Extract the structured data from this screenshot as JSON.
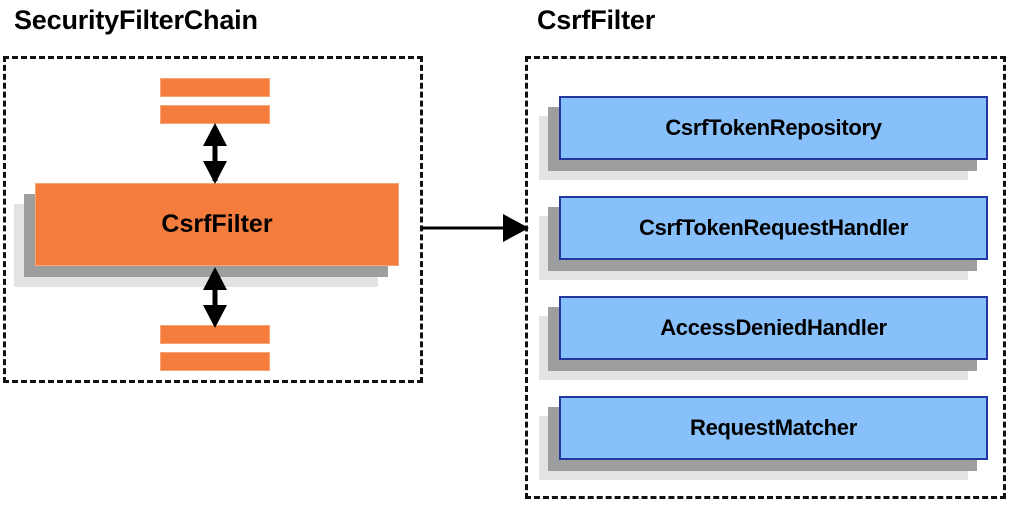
{
  "diagram": {
    "type": "component-relationship",
    "background": "#ffffff",
    "palette": {
      "orange_fill": "#f47c3c",
      "orange_border": "#f7a477",
      "blue_fill": "#87c0fa",
      "blue_border": "#23389c",
      "shadow_near": "#9e9e9e",
      "shadow_far": "#e3e3e3",
      "dashed_border": "#111111",
      "text": "#000000"
    },
    "panels": [
      {
        "key": "security_filter_chain",
        "title": "SecurityFilterChain",
        "style": "dashed"
      },
      {
        "key": "csrf_filter",
        "title": "CsrfFilter",
        "style": "dashed"
      }
    ],
    "left_panel": {
      "title": "SecurityFilterChain",
      "top_stubs": [
        {
          "name": "filter-stub-top-1",
          "label": ""
        },
        {
          "name": "filter-stub-top-2",
          "label": ""
        }
      ],
      "main_box": {
        "label": "CsrfFilter",
        "fill": "#f47c3c",
        "shadowed": true
      },
      "bottom_stubs": [
        {
          "name": "filter-stub-bottom-1",
          "label": ""
        },
        {
          "name": "filter-stub-bottom-2",
          "label": ""
        }
      ],
      "connectors": [
        {
          "name": "connector-above-csrffilter",
          "kind": "double-headed-vertical"
        },
        {
          "name": "connector-below-csrffilter",
          "kind": "double-headed-vertical"
        }
      ]
    },
    "right_panel": {
      "title": "CsrfFilter",
      "collaborators": [
        {
          "label": "CsrfTokenRepository",
          "fill": "#87c0fa"
        },
        {
          "label": "CsrfTokenRequestHandler",
          "fill": "#87c0fa"
        },
        {
          "label": "AccessDeniedHandler",
          "fill": "#87c0fa"
        },
        {
          "label": "RequestMatcher",
          "fill": "#87c0fa"
        }
      ]
    },
    "cross_panel_connector": {
      "name": "expansion-arrow",
      "kind": "single-headed-horizontal",
      "from": "CsrfFilter",
      "to": "CsrfFilter detail panel",
      "label": ""
    }
  }
}
